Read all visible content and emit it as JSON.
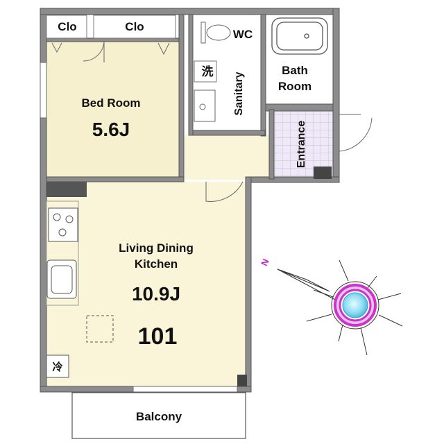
{
  "rooms": {
    "closet_left": "Clo",
    "closet_right": "Clo",
    "wc": "WC",
    "laundry": "洗",
    "sanitary": "Sanitary",
    "bath_line1": "Bath",
    "bath_line2": "Room",
    "bedroom_name": "Bed Room",
    "bedroom_size": "5.6J",
    "entrance": "Entrance",
    "ldk_line1": "Living Dining",
    "ldk_line2": "Kitchen",
    "ldk_size": "10.9J",
    "unit_number": "101",
    "fridge": "冷",
    "balcony": "Balcony"
  },
  "compass": {
    "north_label": "N"
  },
  "colors": {
    "wall": "#8c8c8c",
    "bedroom_floor": "#f7f0cf",
    "ldk_floor": "#faf4d8",
    "entrance_tile": "#ece7f5",
    "compass_ring": "#cc33cc",
    "compass_center": "#7fd6f0"
  }
}
